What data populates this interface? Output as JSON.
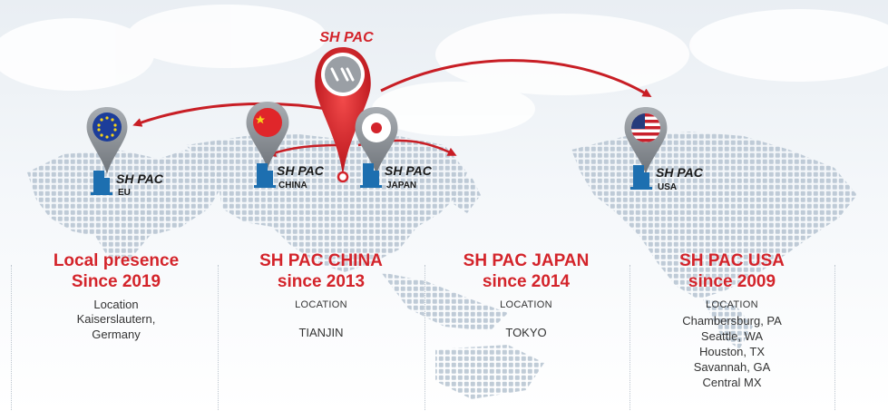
{
  "brand": "SH PAC",
  "colors": {
    "accent": "#d3242b",
    "text": "#333333",
    "pin_grey": "#8a8f95"
  },
  "pins": {
    "eu": {
      "icon": "eu-flag-icon"
    },
    "china": {
      "icon": "china-flag-icon"
    },
    "japan": {
      "icon": "japan-flag-icon"
    },
    "usa": {
      "icon": "usa-flag-icon"
    },
    "hq": {
      "label": "SH PAC",
      "icon": "sh-pac-logo-icon"
    }
  },
  "badges": {
    "eu": {
      "brand": "SH PAC",
      "region": "EU"
    },
    "china": {
      "brand": "SH PAC",
      "region": "CHINA"
    },
    "japan": {
      "brand": "SH PAC",
      "region": "JAPAN"
    },
    "usa": {
      "brand": "SH PAC",
      "region": "USA"
    }
  },
  "columns": {
    "eu": {
      "title_line1": "Local presence",
      "title_line2": "Since 2019",
      "label": "Location",
      "locations": [
        "Kaiserslautern,",
        "Germany"
      ]
    },
    "china": {
      "title_line1": "SH PAC CHINA",
      "title_line2": "since 2013",
      "label": "LOCATION",
      "locations": [
        "TIANJIN"
      ]
    },
    "japan": {
      "title_line1": "SH PAC JAPAN",
      "title_line2": "since 2014",
      "label": "LOCATION",
      "locations": [
        "TOKYO"
      ]
    },
    "usa": {
      "title_line1": "SH PAC USA",
      "title_line2": "since 2009",
      "label": "LOCATION",
      "locations": [
        "Chambersburg, PA",
        "Seattle, WA",
        "Houston, TX",
        "Savannah, GA",
        "Central MX"
      ]
    }
  }
}
